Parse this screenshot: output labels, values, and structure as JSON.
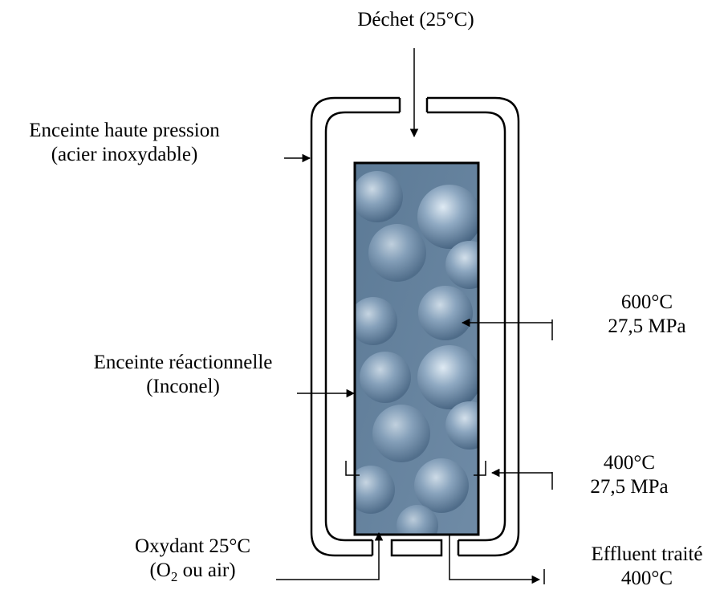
{
  "labels": {
    "dechet": "Déchet (25°C)",
    "enceinte_hp_1": "Enceinte haute pression",
    "enceinte_hp_2": "(acier inoxydable)",
    "cond_top_temp": "600°C",
    "cond_top_press": "27,5 MPa",
    "enceinte_reac_1": "Enceinte réactionnelle",
    "enceinte_reac_2": "(Inconel)",
    "cond_bottom_temp": "400°C",
    "cond_bottom_press": "27,5 MPa",
    "oxydant_1": "Oxydant 25°C",
    "oxydant_2_pre": "(O",
    "oxydant_2_sub": "2",
    "oxydant_2_post": " ou air)",
    "effluent_1": "Effluent traité",
    "effluent_2": "400°C"
  },
  "colors": {
    "line": "#000000",
    "reactor_fill_dark": "#4e6c88",
    "reactor_fill_light": "#b9cfe0"
  }
}
